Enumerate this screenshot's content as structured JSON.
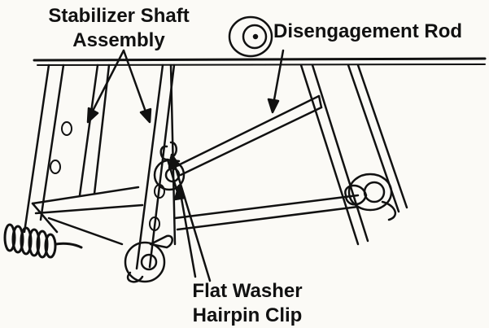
{
  "labels": {
    "stabilizer_line1": "Stabilizer Shaft",
    "stabilizer_line2": "Assembly",
    "disengagement": "Disengagement Rod",
    "flat_washer": "Flat Washer",
    "hairpin_clip": "Hairpin Clip"
  },
  "colors": {
    "ink": "#111111",
    "paper": "#fbfaf6"
  }
}
